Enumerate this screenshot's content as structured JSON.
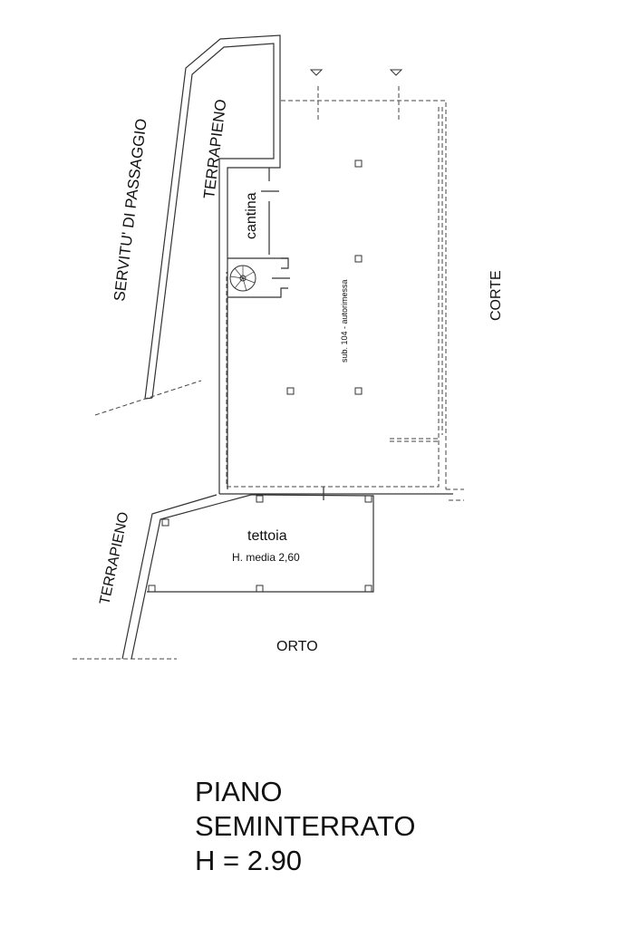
{
  "plan": {
    "labels": {
      "servitu": "SERVITU' DI PASSAGGIO",
      "terrapieno_top": "TERRAPIENO",
      "cantina": "cantina",
      "autorimessa": "sub. 104 - autorimessa",
      "corte": "CORTE",
      "terrapieno_bottom": "TERRAPIENO",
      "tettoia": "tettoia",
      "tettoia_height": "H. media 2,60",
      "orto": "ORTO"
    },
    "title": {
      "line1": "PIANO",
      "line2": "SEMINTERRATO",
      "line3": "H = 2.90"
    }
  }
}
